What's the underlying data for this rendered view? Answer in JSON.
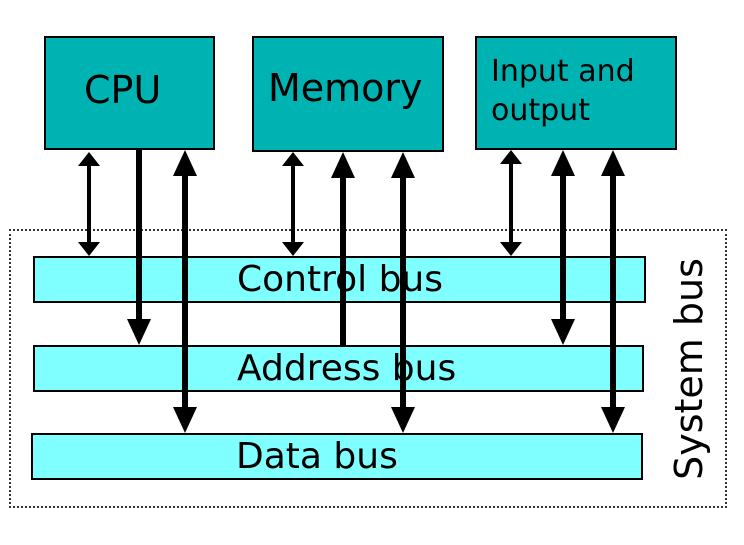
{
  "components": {
    "cpu": "CPU",
    "memory": "Memory",
    "io": "Input and\noutput"
  },
  "buses": {
    "control": "Control bus",
    "address": "Address bus",
    "data": "Data bus"
  },
  "system_bus_label": "System bus",
  "colors": {
    "component_fill": "#00b3b3",
    "bus_fill": "#7fffff",
    "line": "#000000"
  },
  "connections": [
    {
      "from": "cpu",
      "to": "control",
      "direction": "both"
    },
    {
      "from": "cpu",
      "to": "address",
      "direction": "to-bus"
    },
    {
      "from": "cpu",
      "to": "data",
      "direction": "both"
    },
    {
      "from": "memory",
      "to": "control",
      "direction": "both"
    },
    {
      "from": "memory",
      "to": "address",
      "direction": "to-component"
    },
    {
      "from": "memory",
      "to": "data",
      "direction": "both"
    },
    {
      "from": "io",
      "to": "control",
      "direction": "both"
    },
    {
      "from": "io",
      "to": "address",
      "direction": "both"
    },
    {
      "from": "io",
      "to": "data",
      "direction": "both"
    }
  ]
}
